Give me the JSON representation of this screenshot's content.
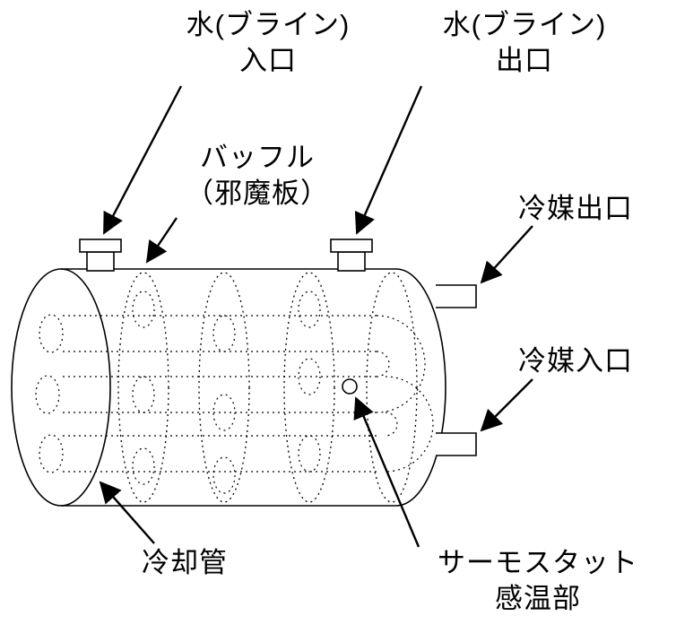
{
  "diagram": {
    "description_labels": "water-cooler (brine cooler) shell-and-tube heat exchanger diagram",
    "labels": {
      "water_inlet_line1": "水(ブライン)",
      "water_inlet_line2": "入口",
      "water_outlet_line1": "水(ブライン)",
      "water_outlet_line2": "出口",
      "baffle_line1": "バッフル",
      "baffle_line2": "（邪魔板）",
      "refrigerant_outlet": "冷媒出口",
      "refrigerant_inlet": "冷媒入口",
      "cooling_tube": "冷却管",
      "thermostat_line1": "サーモスタット",
      "thermostat_line2": "感温部"
    },
    "colors": {
      "line": "#000000",
      "background": "#ffffff"
    }
  }
}
